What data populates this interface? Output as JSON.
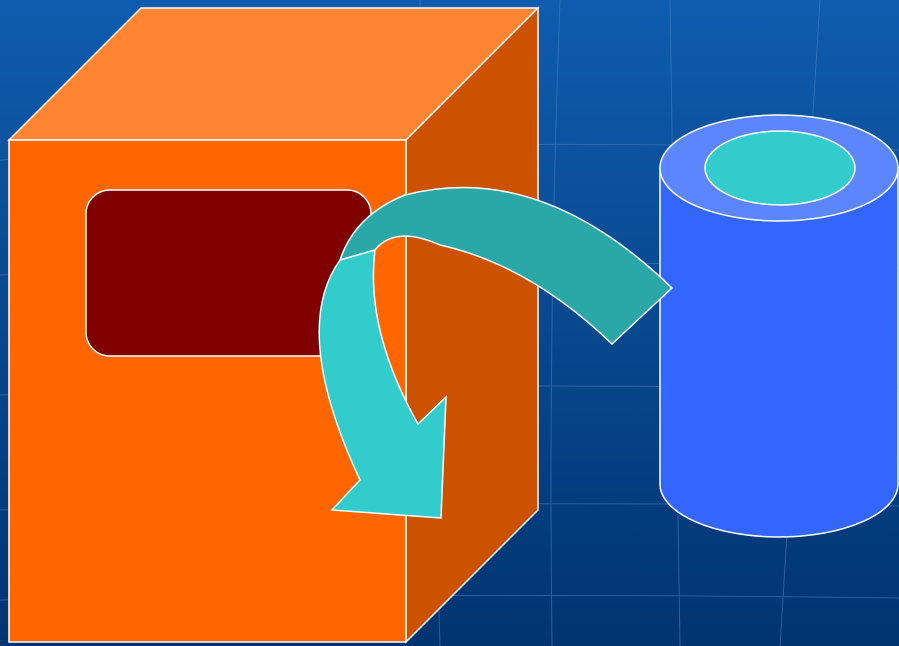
{
  "colors": {
    "background_top": "#0f5cae",
    "background_bottom": "#003470",
    "grid_line": "#4d7fc2",
    "box_front": "#ff6600",
    "box_top": "#ff8533",
    "box_side": "#cc5200",
    "box_window": "#800000",
    "cylinder_body": "#3366ff",
    "cylinder_top": "#5c86ff",
    "cylinder_inner": "#33cccc",
    "arrow_back": "#2aa8a8",
    "arrow_front": "#33cccc",
    "outline": "#ffffff"
  },
  "shapes": {
    "box": "3d-box-machine",
    "cylinder": "database-cylinder",
    "arrow": "curved-transfer-arrow"
  }
}
